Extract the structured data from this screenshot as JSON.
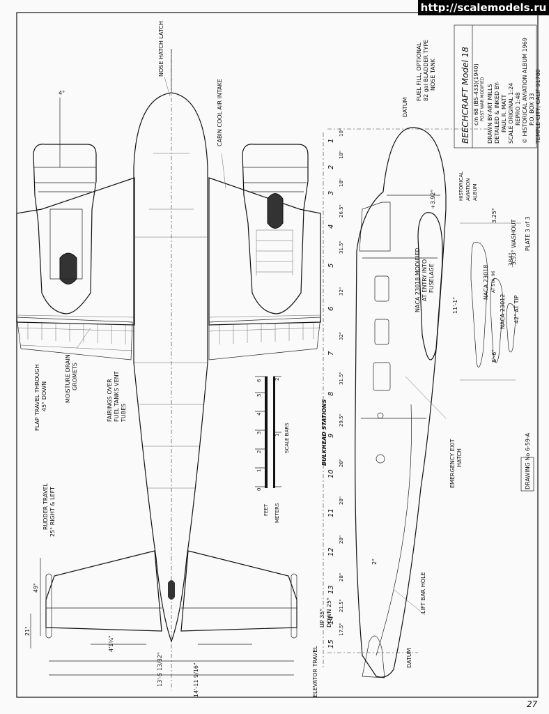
{
  "watermark": "http://scalemodels.ru",
  "title_block": {
    "title": "BEECHCRAFT  Model 18",
    "line1": "c/n 68  (BS-433)(1940)",
    "line2": "POST WAR MODIFIED",
    "drawn_by": "DRAWN BY-ART MILLS",
    "detailed": "DETAILED & INKED BY-",
    "detailer": "PAUL R. MATT",
    "scale": "SCALE  ORIGINAL  1:24",
    "repro": "REPRO  1:48",
    "copyright": "© HISTORICAL AVIATION ALBUM 1969",
    "po_box": "P.O. BOX 33",
    "city": "TEMPLE CITY, CALIF 91780",
    "plate": "PLATE   3 of 3",
    "drawing_no": "DRAWING No 6-59-A",
    "logo_lines": [
      "HISTORICAL",
      "AVIATION",
      "ALBUM"
    ]
  },
  "callouts": {
    "nose_hatch": "NOSE HATCH LATCH",
    "cabin_air": "CABIN COOL AIR INTAKE",
    "fuel_fill_1": "FUEL FILL, OPTIONAL",
    "fuel_fill_2": "82 gal BLADDER TYPE",
    "fuel_fill_3": "NOSE TANK",
    "datum_top": "DATUM",
    "datum_bottom": "DATUM",
    "flap_1": "FLAP TRAVEL THROUGH",
    "flap_2": "45° DOWN",
    "drain_1": "MOISTURE DRAIN",
    "drain_2": "GROMETS",
    "fairings_1": "FAIRINGS OVER",
    "fairings_2": "FUEL TANKS VENT",
    "fairings_3": "TUBES",
    "rudder_1": "RUDDER TRAVEL",
    "rudder_2": "25° RIGHT & LEFT",
    "elevator_1": "ELEVATOR TRAVEL",
    "elevator_2": "UP 35°",
    "elevator_3": "DOWN 25°",
    "emergency_1": "EMERGENCY EXIT",
    "emergency_2": "HATCH",
    "lift_bar": "LIFT BAR HOLE",
    "bulkhead": "BULKHEAD STATIONS",
    "naca_root_1": "NACA 23018 MODIFIED",
    "naca_root_2": "AT ENTRY INTO",
    "naca_root_3": "FUSELAGE",
    "naca_mid": "NACA 23018",
    "naca_mid_sta": "AT STA. 96",
    "naca_tip": "NACA 23012",
    "washout": "3.53° WASHOUT",
    "dim_325": "3.25°",
    "dim_384": ".384°",
    "dim_392": "+3.92°",
    "dim_111": "11'-1\"",
    "dim_86": "8'-6\"",
    "dim_42": "42\" AT TIP",
    "dim_4deg": "4°",
    "dim_2deg": "2°",
    "dim_49": "49\"",
    "dim_21": "21\"",
    "dim_4_14": "4'1¼\"",
    "dim_13": "13'-5 13/32\"",
    "dim_14": "14'-11 9/16\"",
    "page_num": "27"
  },
  "scale_bar": {
    "title": "SCALE BARS",
    "feet_label": "FEET",
    "meters_label": "METERS",
    "feet_ticks": [
      "0",
      "1",
      "2",
      "3",
      "4",
      "5",
      "6"
    ],
    "meter_ticks": [
      "1",
      "2"
    ]
  },
  "stations": {
    "numbers": [
      "1",
      "2",
      "3",
      "4",
      "5",
      "6",
      "7",
      "8",
      "9",
      "10",
      "11",
      "12",
      "13",
      "14",
      "15"
    ],
    "spacings": [
      "10\"",
      "18\"",
      "18\"",
      "26.5\"",
      "31.5\"",
      "32\"",
      "32\"",
      "31.5\"",
      "29.5\"",
      "28\"",
      "28\"",
      "28\"",
      "28\"",
      "21.5\"",
      "17.5\""
    ]
  }
}
